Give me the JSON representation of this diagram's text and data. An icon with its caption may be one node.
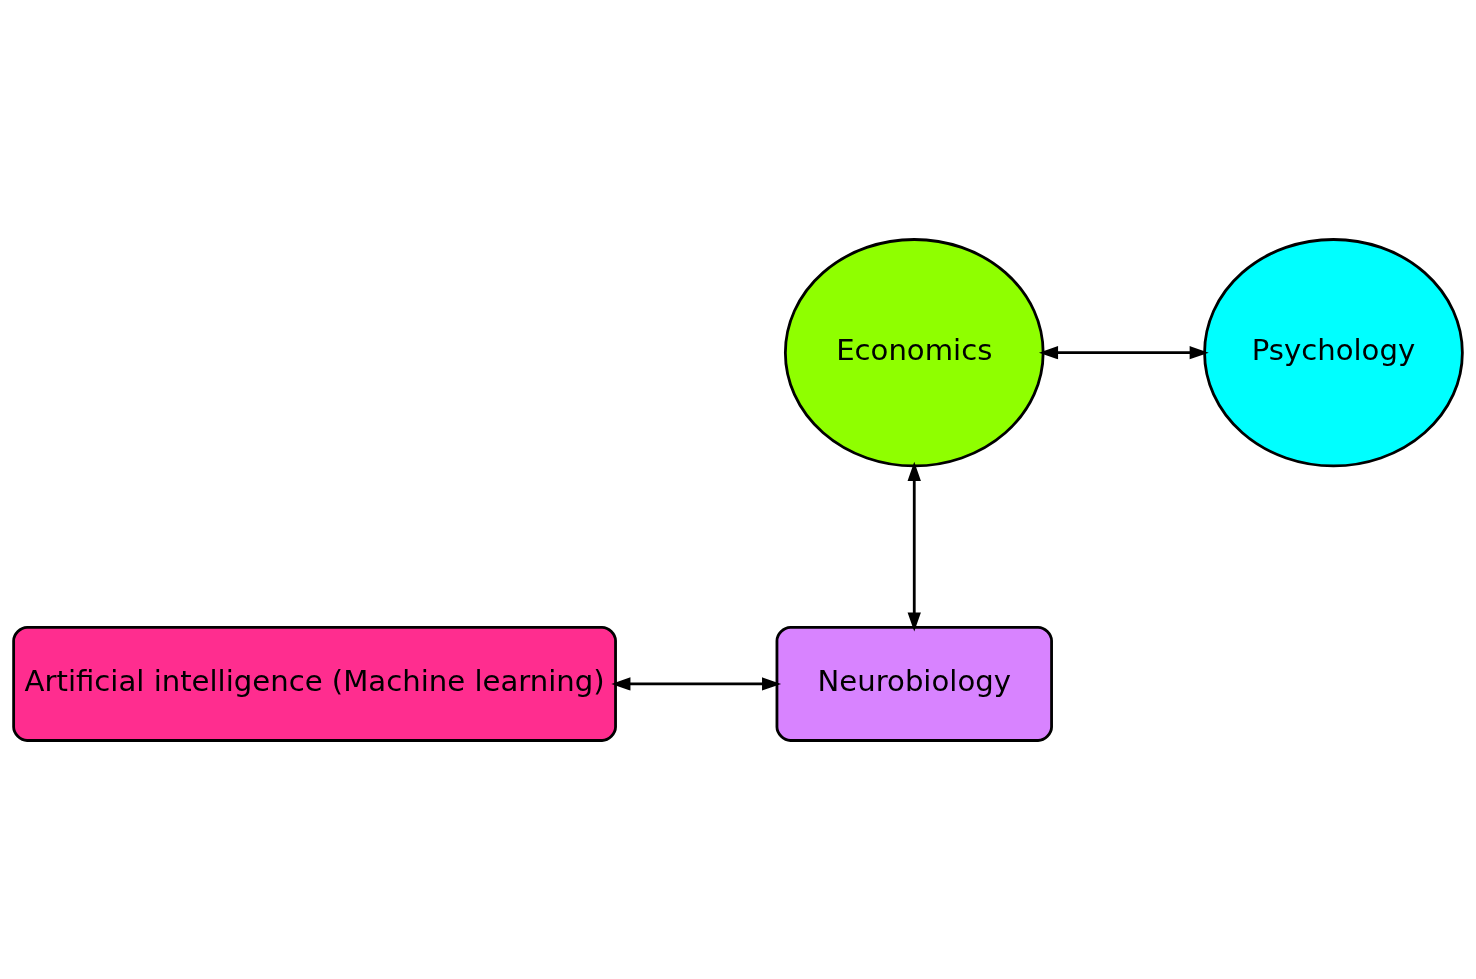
{
  "diagram": {
    "nodes": [
      {
        "text": [
          "Economics"
        ]
      },
      {
        "text": [
          "Psychology"
        ]
      },
      {
        "text": [
          "Artificial intelligence (Machine learning)"
        ]
      },
      {
        "text": [
          "Neurobiology"
        ]
      }
    ],
    "edges": [
      {
        "from": 0,
        "to": 1,
        "arrow": "both"
      },
      {
        "from": 0,
        "to": 3,
        "arrow": "both"
      },
      {
        "from": 2,
        "to": 3,
        "arrow": "both"
      }
    ]
  }
}
